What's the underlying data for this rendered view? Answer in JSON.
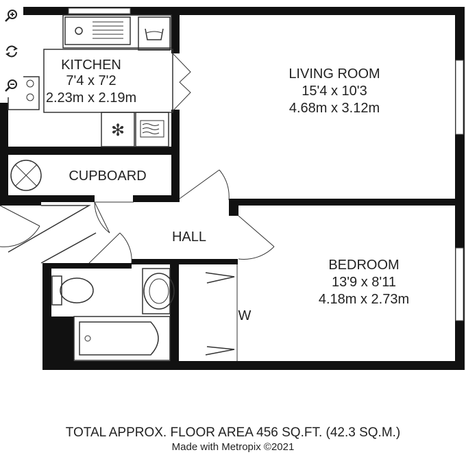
{
  "rooms": {
    "kitchen": {
      "name": "KITCHEN",
      "imperial": "7'4 x 7'2",
      "metric": "2.23m x 2.19m"
    },
    "living": {
      "name": "LIVING ROOM",
      "imperial": "15'4 x 10'3",
      "metric": "4.68m x 3.12m"
    },
    "cupboard": {
      "name": "CUPBOARD"
    },
    "hall": {
      "name": "HALL"
    },
    "bedroom": {
      "name": "BEDROOM",
      "imperial": "13'9 x 8'11",
      "metric": "4.18m x 2.73m"
    },
    "wardrobe": {
      "name": "W"
    }
  },
  "footer": {
    "total": "TOTAL APPROX. FLOOR AREA 456 SQ.FT. (42.3 SQ.M.)",
    "credit": "Made with Metropix ©2021"
  },
  "controls": [
    {
      "icon": "zoom-in-icon"
    },
    {
      "icon": "rotate-icon"
    },
    {
      "icon": "zoom-out-icon"
    }
  ]
}
